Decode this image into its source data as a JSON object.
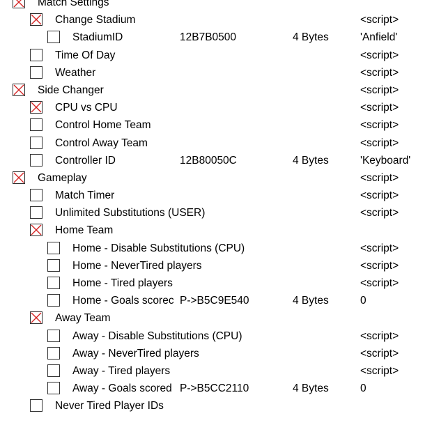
{
  "cheat_table": {
    "entries": [
      {
        "level": 0,
        "checked": true,
        "description": "Match Settings",
        "address": "",
        "type": "",
        "value": ""
      },
      {
        "level": 1,
        "checked": true,
        "description": "Change Stadium",
        "address": "",
        "type": "",
        "value": "<script>"
      },
      {
        "level": 2,
        "checked": false,
        "description": "StadiumID",
        "address": "12B7B0500",
        "type": "4 Bytes",
        "value": "'Anfield'"
      },
      {
        "level": 1,
        "checked": false,
        "description": "Time Of Day",
        "address": "",
        "type": "",
        "value": "<script>"
      },
      {
        "level": 1,
        "checked": false,
        "description": "Weather",
        "address": "",
        "type": "",
        "value": "<script>"
      },
      {
        "level": 0,
        "checked": true,
        "description": "Side Changer",
        "address": "",
        "type": "",
        "value": "<script>"
      },
      {
        "level": 1,
        "checked": true,
        "description": "CPU vs CPU",
        "address": "",
        "type": "",
        "value": "<script>"
      },
      {
        "level": 1,
        "checked": false,
        "description": "Control Home Team",
        "address": "",
        "type": "",
        "value": "<script>"
      },
      {
        "level": 1,
        "checked": false,
        "description": "Control Away Team",
        "address": "",
        "type": "",
        "value": "<script>"
      },
      {
        "level": 1,
        "checked": false,
        "description": "Controller ID",
        "address": "12B80050C",
        "type": "4 Bytes",
        "value": "'Keyboard'"
      },
      {
        "level": 0,
        "checked": true,
        "description": "Gameplay",
        "address": "",
        "type": "",
        "value": "<script>"
      },
      {
        "level": 1,
        "checked": false,
        "description": "Match Timer",
        "address": "",
        "type": "",
        "value": "<script>"
      },
      {
        "level": 1,
        "checked": false,
        "description": "Unlimited Substitutions (USER)",
        "address": "",
        "type": "",
        "value": "<script>"
      },
      {
        "level": 1,
        "checked": true,
        "description": "Home Team",
        "address": "",
        "type": "",
        "value": ""
      },
      {
        "level": 2,
        "checked": false,
        "description": "Home - Disable Substitutions (CPU)",
        "address": "",
        "type": "",
        "value": "<script>"
      },
      {
        "level": 2,
        "checked": false,
        "description": "Home - NeverTired players",
        "address": "",
        "type": "",
        "value": "<script>"
      },
      {
        "level": 2,
        "checked": false,
        "description": "Home - Tired players",
        "address": "",
        "type": "",
        "value": "<script>"
      },
      {
        "level": 2,
        "checked": false,
        "description": "Home - Goals scorec",
        "address": "P->B5C9E540",
        "type": "4 Bytes",
        "value": "0"
      },
      {
        "level": 1,
        "checked": true,
        "description": "Away Team",
        "address": "",
        "type": "",
        "value": ""
      },
      {
        "level": 2,
        "checked": false,
        "description": "Away - Disable Substitutions (CPU)",
        "address": "",
        "type": "",
        "value": "<script>"
      },
      {
        "level": 2,
        "checked": false,
        "description": "Away - NeverTired players",
        "address": "",
        "type": "",
        "value": "<script>"
      },
      {
        "level": 2,
        "checked": false,
        "description": "Away - Tired players",
        "address": "",
        "type": "",
        "value": "<script>"
      },
      {
        "level": 2,
        "checked": false,
        "description": "Away - Goals scored",
        "address": "P->B5CC2110",
        "type": "4 Bytes",
        "value": "0"
      },
      {
        "level": 1,
        "checked": false,
        "description": "Never Tired Player IDs",
        "address": "",
        "type": "",
        "value": ""
      }
    ]
  },
  "colors": {
    "check_mark": "#d42020",
    "checkbox_border": "#333333",
    "background": "#ffffff",
    "text": "#000000"
  },
  "icons": {
    "checked": "x-mark-icon"
  }
}
